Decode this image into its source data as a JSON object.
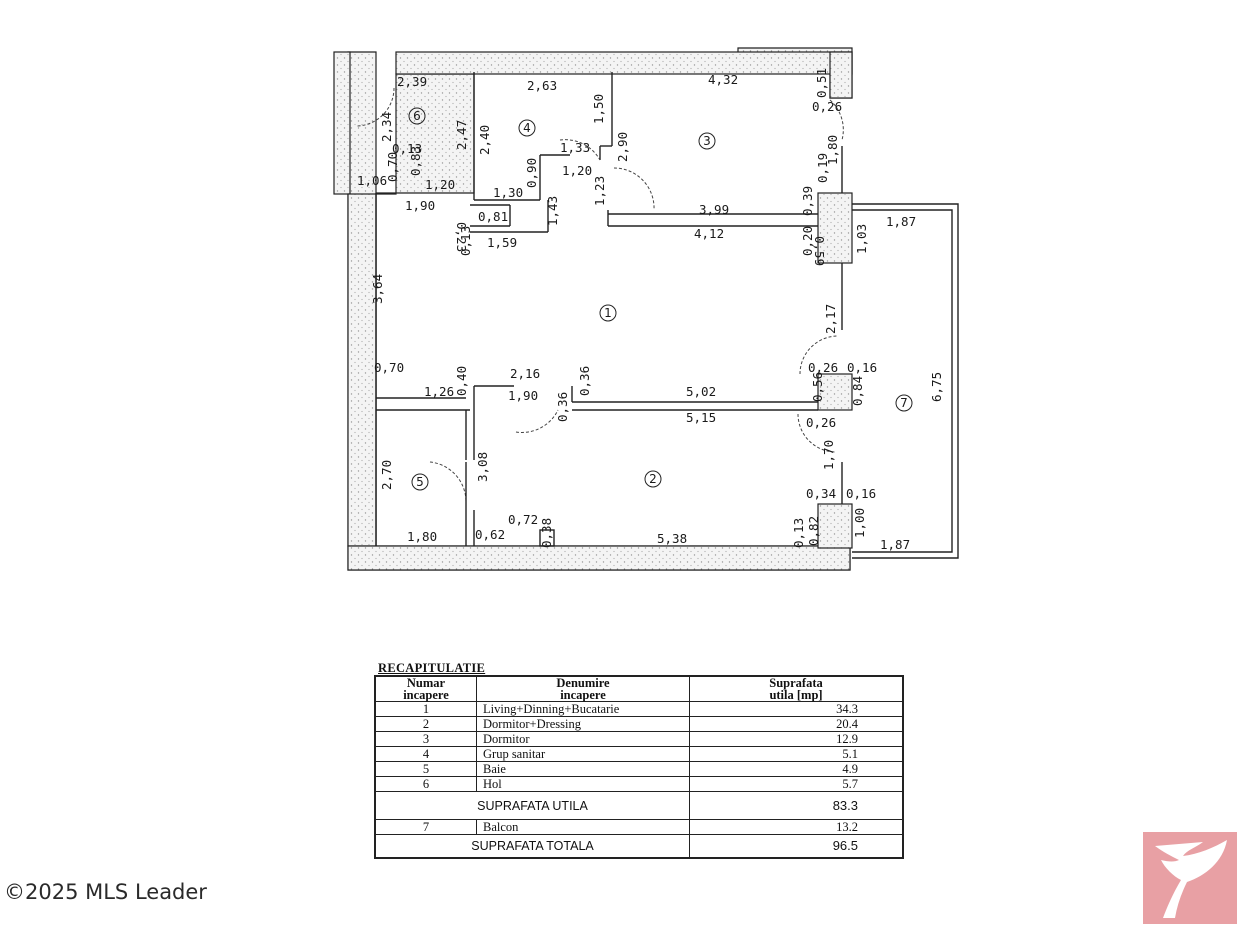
{
  "plan": {
    "rooms": [
      "1",
      "2",
      "3",
      "4",
      "5",
      "6",
      "7"
    ],
    "dimensions": {
      "d_2_39": "2,39",
      "d_2_63": "2,63",
      "d_4_32": "4,32",
      "d_0_51": "0,51",
      "d_0_26a": "0,26",
      "d_2_34": "2,34",
      "d_2_47": "2,47",
      "d_2_40": "2,40",
      "d_1_50": "1,50",
      "d_2_90": "2,90",
      "d_1_33": "1,33",
      "d_1_80a": "1,80",
      "d_0_13a": "0,13",
      "d_0_70a": "0,70",
      "d_0_83": "0,83",
      "d_0_90": "0,90",
      "d_1_20a": "1,20",
      "d_1_06": "1,06",
      "d_1_20b": "1,20",
      "d_1_30": "1,30",
      "d_1_23": "1,23",
      "d_0_19": "0,19",
      "d_1_90a": "1,90",
      "d_0_23": "0,23",
      "d_0_81": "0,81",
      "d_1_43": "1,43",
      "d_3_99": "3,99",
      "d_0_39": "0,39",
      "d_1_87a": "1,87",
      "d_0_13b": "0,13",
      "d_1_59": "1,59",
      "d_4_12": "4,12",
      "d_0_20": "0,20",
      "d_0_59": "0,59",
      "d_1_03": "1,03",
      "d_3_64": "3,64",
      "d_2_17": "2,17",
      "d_0_70b": "0,70",
      "d_2_16": "2,16",
      "d_0_40": "0,40",
      "d_0_36a": "0,36",
      "d_1_26": "1,26",
      "d_5_02": "5,02",
      "d_0_26b": "0,26",
      "d_0_16a": "0,16",
      "d_0_56": "0,56",
      "d_0_84": "0,84",
      "d_6_75": "6,75",
      "d_1_90b": "1,90",
      "d_0_36b": "0,36",
      "d_5_15": "5,15",
      "d_0_26c": "0,26",
      "d_3_08": "3,08",
      "d_1_70": "1,70",
      "d_2_70": "2,70",
      "d_0_34": "0,34",
      "d_0_16b": "0,16",
      "d_0_72": "0,72",
      "d_0_38": "0,38",
      "d_0_13c": "0,13",
      "d_0_82": "0,82",
      "d_1_00": "1,00",
      "d_1_80b": "1,80",
      "d_0_62": "0,62",
      "d_5_38": "5,38",
      "d_1_87b": "1,87"
    }
  },
  "recap": {
    "title": "RECAPITULATIE",
    "headers": {
      "numar": [
        "Numar",
        "incapere"
      ],
      "denumire": [
        "Denumire",
        "incapere"
      ],
      "suprafata": [
        "Suprafata",
        "utila [mp]"
      ]
    },
    "rows": [
      {
        "nr": "1",
        "name": "Living+Dinning+Bucatarie",
        "area": "34.3"
      },
      {
        "nr": "2",
        "name": "Dormitor+Dressing",
        "area": "20.4"
      },
      {
        "nr": "3",
        "name": "Dormitor",
        "area": "12.9"
      },
      {
        "nr": "4",
        "name": "Grup sanitar",
        "area": "5.1"
      },
      {
        "nr": "5",
        "name": "Baie",
        "area": "4.9"
      },
      {
        "nr": "6",
        "name": "Hol",
        "area": "5.7"
      }
    ],
    "suprafata_utila": {
      "label": "SUPRAFATA UTILA",
      "value": "83.3"
    },
    "balcon": {
      "nr": "7",
      "name": "Balcon",
      "area": "13.2"
    },
    "suprafata_totala": {
      "label": "SUPRAFATA TOTALA",
      "value": "96.5"
    }
  },
  "watermark": "©2025 MLS Leader",
  "colors": {
    "logo": "#e8a0a4",
    "wall_hatch": "#b8b8b8"
  }
}
